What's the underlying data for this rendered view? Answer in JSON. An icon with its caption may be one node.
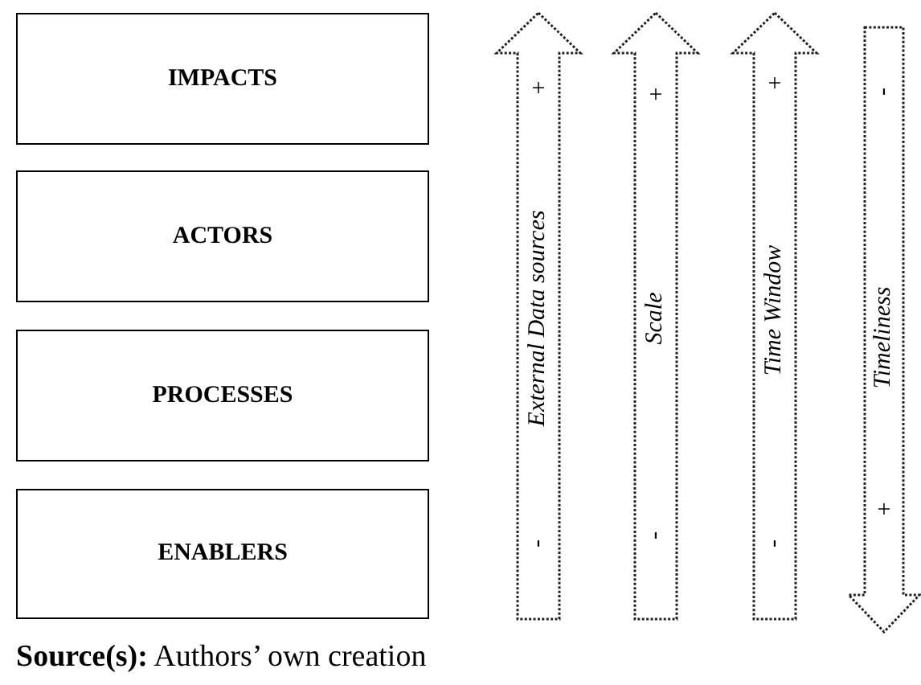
{
  "diagram": {
    "caption": "**Source(s):** Authors’ own creation",
    "nodes": [
      {
        "text": [
          "IMPACTS"
        ]
      },
      {
        "text": [
          "ACTORS"
        ]
      },
      {
        "text": [
          "PROCESSES"
        ]
      },
      {
        "text": [
          "ENABLERS"
        ]
      },
      {
        "text": [
          "+",
          "External  Data sources",
          "-"
        ]
      },
      {
        "text": [
          "+",
          "Scale",
          "-"
        ]
      },
      {
        "text": [
          "+",
          "Time Window",
          "-"
        ]
      },
      {
        "text": [
          "-",
          "Timeliness",
          "+"
        ]
      }
    ]
  }
}
